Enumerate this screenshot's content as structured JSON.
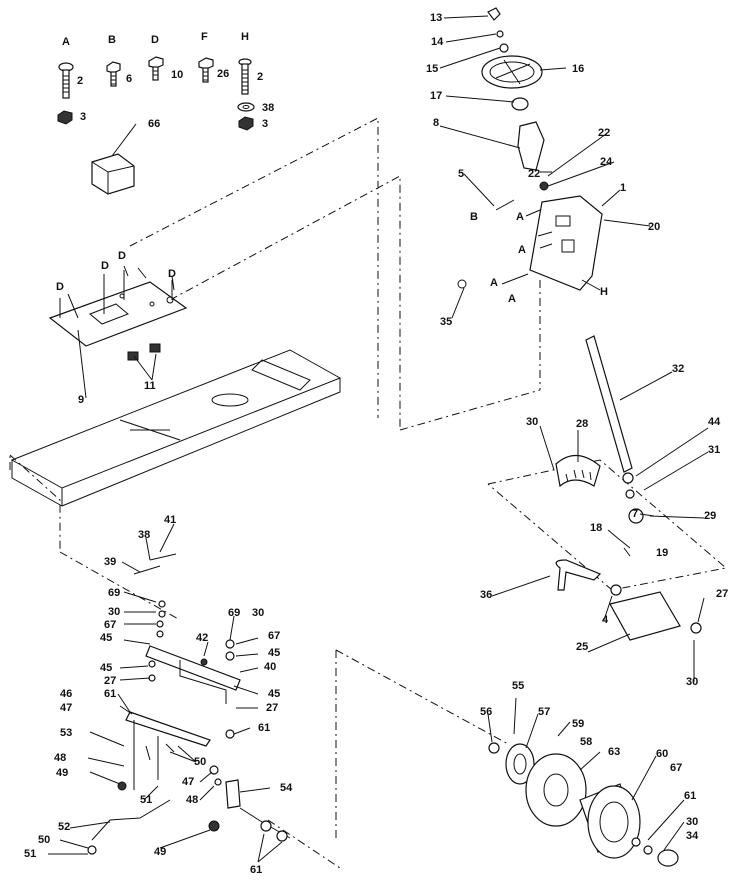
{
  "hardware_keys": [
    "A",
    "B",
    "D",
    "F",
    "H"
  ],
  "hardware_qty": {
    "A": "2",
    "A_nut": "3",
    "B": "6",
    "D": "10",
    "F": "26",
    "H": "2",
    "H_washer": "38",
    "H_nut": "3"
  },
  "labels": {
    "p66": "66",
    "p13": "13",
    "p14": "14",
    "p15": "15",
    "p16": "16",
    "p17": "17",
    "p8": "8",
    "p22a": "22",
    "p22b": "22",
    "p24": "24",
    "p5": "5",
    "pB": "B",
    "p1": "1",
    "pA1": "A",
    "p20": "20",
    "pA2": "A",
    "pA3": "A",
    "pA4": "A",
    "pH": "H",
    "p35": "35",
    "pD1": "D",
    "pD2": "D",
    "pD3": "D",
    "pD4": "D",
    "p9": "9",
    "p11": "11",
    "p32": "32",
    "p30a": "30",
    "p28": "28",
    "p44": "44",
    "p31": "31",
    "p7": "7",
    "p29": "29",
    "p18": "18",
    "p19": "19",
    "p36": "36",
    "p4": "4",
    "p27a": "27",
    "p25": "25",
    "p30b": "30",
    "p41": "41",
    "p38": "38",
    "p39": "39",
    "p69a": "69",
    "p30c": "30",
    "p67a": "67",
    "p45a": "45",
    "p42": "42",
    "p69b": "69",
    "p30d": "30",
    "p67b": "67",
    "p45b": "45",
    "p40": "40",
    "p45c": "45",
    "p27b": "27",
    "p61a": "61",
    "p46": "46",
    "p45d": "45",
    "p47a": "47",
    "p27c": "27",
    "p61b": "61",
    "p53": "53",
    "p48a": "48",
    "p49a": "49",
    "p50a": "50",
    "p47b": "47",
    "p48b": "48",
    "p54": "54",
    "p51a": "51",
    "p52": "52",
    "p50b": "50",
    "p51b": "51",
    "p49b": "49",
    "p61c": "61",
    "p55": "55",
    "p56": "56",
    "p57": "57",
    "p59": "59",
    "p58": "58",
    "p63": "63",
    "p60": "60",
    "p67c": "67",
    "p61d": "61",
    "p30e": "30",
    "p34": "34"
  }
}
